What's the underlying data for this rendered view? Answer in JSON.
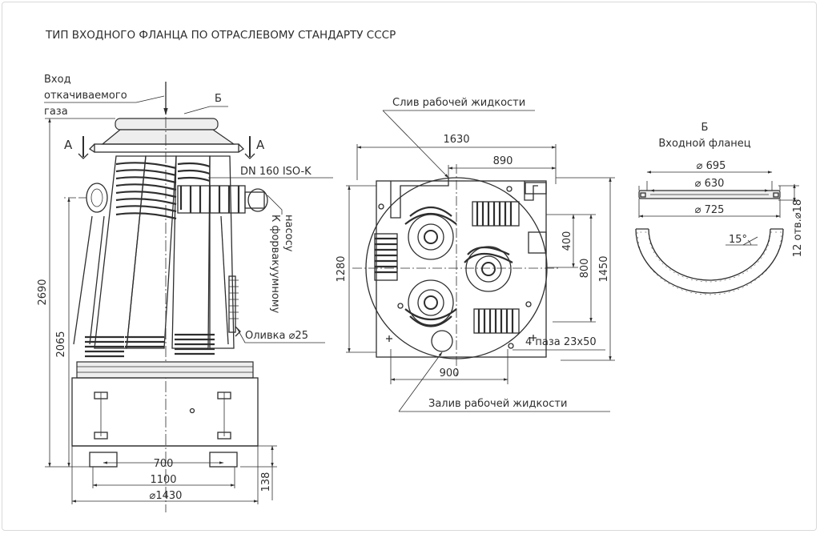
{
  "title": "ТИП ВХОДНОГО ФЛАНЦА ПО ОТРАСЛЕВОМУ СТАНДАРТУ СССР",
  "left_view": {
    "inlet_label": [
      "Вход",
      "откачиваемого",
      "газа"
    ],
    "flange_ref": "Б",
    "section_left": "А",
    "section_right": "А",
    "dn_label": "DN 160 ISO-K",
    "forevacuum_label": [
      "К форвакуумному",
      "насосу"
    ],
    "drain_label": "Оливка ⌀25",
    "dim_height_total": "2690",
    "dim_height_mid": "2065",
    "dim_base_height": "138",
    "dim_700": "700",
    "dim_1100": "1100",
    "dim_1430": "⌀1430"
  },
  "center_view": {
    "drain_liquid": "Слив рабочей жидкости",
    "fill_liquid": "Залив рабочей жидкости",
    "slots": "4 паза 23x50",
    "dim_1630": "1630",
    "dim_890": "890",
    "dim_1280": "1280",
    "dim_400": "400",
    "dim_800": "800",
    "dim_1450": "1450",
    "dim_900": "900"
  },
  "flange_view": {
    "ref": "Б",
    "title": "Входной фланец",
    "dim_695": "⌀ 695",
    "dim_630": "⌀ 630",
    "dim_725": "⌀ 725",
    "angle": "15°",
    "holes": "12 отв.⌀18"
  }
}
